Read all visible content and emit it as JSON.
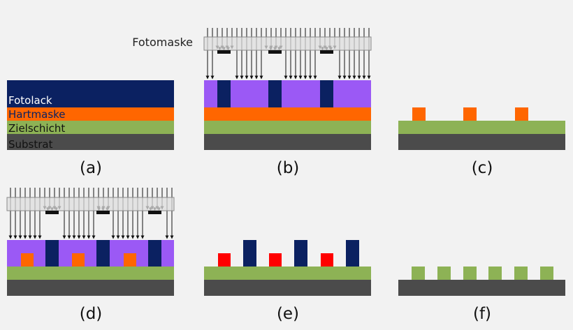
{
  "mask_label": "Fotomaske",
  "layers": {
    "photoresist": "Fotolack",
    "hardmask": "Hartmaske",
    "target": "Zielschicht",
    "substrate": "Substrat"
  },
  "captions": {
    "a": "(a)",
    "b": "(b)",
    "c": "(c)",
    "d": "(d)",
    "e": "(e)",
    "f": "(f)"
  },
  "colors": {
    "background": "#f2f2f2",
    "photoresist": "#0b2161",
    "hardmask": "#ff6600",
    "target": "#8db255",
    "substrate": "#4b4b4b",
    "exposed_resist": "#9b59f5",
    "mask_body": "#dddddd",
    "etched_hardmask": "#ff0000"
  }
}
